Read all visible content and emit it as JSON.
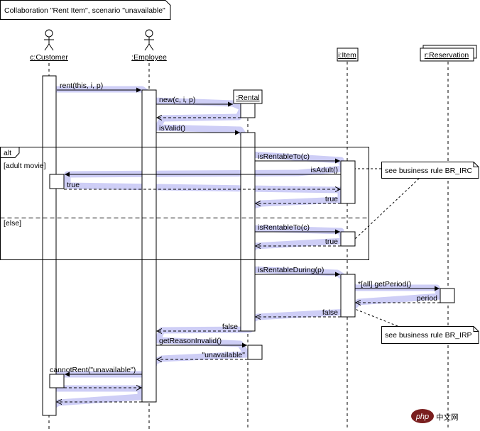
{
  "title": "Collaboration \"Rent Item\", scenario \"unavailable\"",
  "participants": {
    "customer": "c:Customer",
    "employee": ":Employee",
    "rental": ":Rental",
    "item": "i:Item",
    "reservation": "r:Reservation"
  },
  "messages": {
    "rent": "rent(this, i, p)",
    "new_rental": "new(c, i, p)",
    "is_valid": "isValid()",
    "is_rentable_to_1": "isRentableTo(c)",
    "is_adult": "isAdult()",
    "true_1": "true",
    "true_2": "true",
    "is_rentable_to_2": "isRentableTo(c)",
    "true_3": "true",
    "is_rentable_during": "isRentableDuring(p)",
    "get_period": "*[all] getPeriod()",
    "period": "period",
    "false_1": "false",
    "false_2": "false",
    "get_reason_invalid": "getReasonInvalid()",
    "unavailable": "\"unavailable\"",
    "cannot_rent": "cannotRent(\"unavailable\")"
  },
  "fragment": {
    "operator": "alt",
    "guard_1": "[adult movie]",
    "guard_2": "[else]"
  },
  "notes": {
    "irc": "see business rule BR_IRC",
    "irp": "see business rule BR_IRP"
  },
  "watermark": {
    "badge": "php",
    "text": "中文网"
  }
}
